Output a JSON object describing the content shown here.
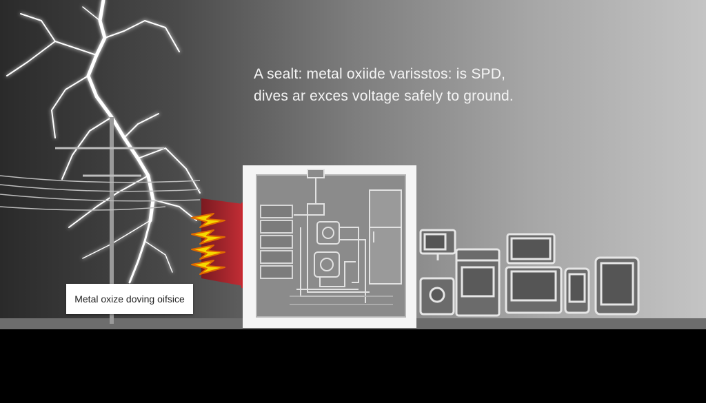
{
  "caption": {
    "line1": "A sealt: metal oxiide varisstos: is SPD,",
    "line2": "dives ar exces voltage safely to ground."
  },
  "label": "Metal oxize doving oifsice",
  "colors": {
    "lightning": "#ffffff",
    "arrow_fill": "#f5d800",
    "arrow_outline": "#e06a00",
    "surge_red": "#b3262e",
    "panel_border": "#ffffff",
    "panel_fill": "#8a8a8a",
    "appliance": "#6b6b6b"
  },
  "icons": [
    "lightning-bolt-icon",
    "utility-pole-icon",
    "surge-arrow-icon",
    "refrigerator-icon",
    "microwave-icon",
    "oven-icon",
    "tv-icon",
    "tablet-icon",
    "phone-icon",
    "washer-icon",
    "monitor-icon"
  ]
}
